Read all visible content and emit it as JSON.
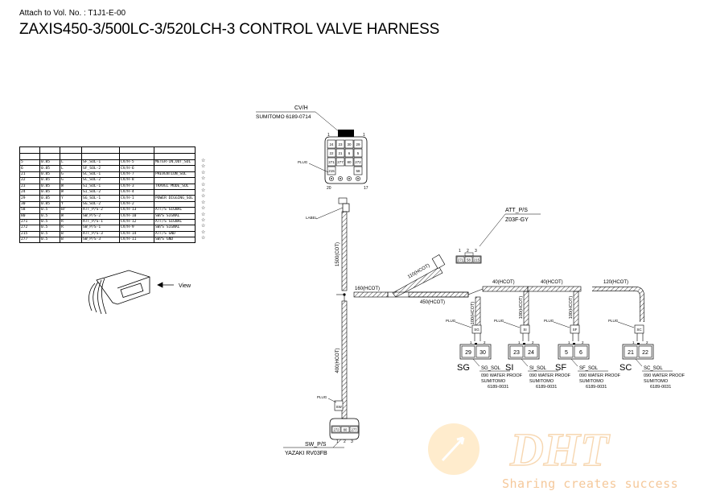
{
  "header": {
    "ref": "Attach to Vol. No. : T1J1-E-00",
    "title": "ZAXIS450-3/500LC-3/520LCH-3 CONTROL VALVE HARNESS"
  },
  "table": {
    "rows": [
      [
        "5",
        "0.85",
        "L",
        "SF_SOL-1",
        "CV/H-5",
        "METER-IN,OUT_SOL"
      ],
      [
        "6",
        "0.85",
        "L",
        "SF_SOL-2",
        "CV/H-6",
        ""
      ],
      [
        "21",
        "0.85",
        "G",
        "SC_SOL-1",
        "CV/H-7",
        "PREVENTION_SOL"
      ],
      [
        "22",
        "0.85",
        "G",
        "SC_SOL-2",
        "CV/H-8",
        ""
      ],
      [
        "23",
        "0.85",
        "W",
        "SI_SOL-1",
        "CV/H-3",
        "TRAVEL MODE_SOL"
      ],
      [
        "24",
        "0.85",
        "W",
        "SI_SOL-2",
        "CV/H-4",
        ""
      ],
      [
        "29",
        "0.85",
        "Y",
        "SG_SOL-1",
        "CV/H-1",
        "POWER DIGGING_SOL"
      ],
      [
        "30",
        "0.85",
        "Y",
        "SG_SOL-2",
        "CV/H-2",
        ""
      ],
      [
        "58",
        "0.5",
        "Br",
        "ATT_P/S-2",
        "CV/H-13",
        "ATT/S SIGNAL"
      ],
      [
        "80",
        "0.5",
        "W",
        "SW_P/S-2",
        "CV/H-10",
        "SW/S SIGNAL"
      ],
      [
        "271",
        "0.5",
        "R",
        "ATT_P/S-1",
        "CV/H-12",
        "ATT/S SIGNAL"
      ],
      [
        "272",
        "0.5",
        "R",
        "SW_P/S-1",
        "CV/H-9",
        "SW/S SIGNAL"
      ],
      [
        "215",
        "0.5",
        "B",
        "ATT_P/S-3",
        "CV/H-14",
        "ATT/S GND"
      ],
      [
        "277",
        "0.5",
        "B",
        "SW_P/S-3",
        "CV/H-11",
        "SW/S GND"
      ]
    ],
    "star": "☆"
  },
  "view_label": "View",
  "cvh": {
    "name": "CV/H",
    "maker": "SUMITOMO 6189-0714",
    "pins": [
      "24",
      "23",
      "30",
      "29",
      "22",
      "21",
      "6",
      "5",
      "271",
      "277",
      "80",
      "272",
      "215",
      "58"
    ],
    "pin_first": "1",
    "pin_last": "1",
    "pin_20": "20",
    "pin_17": "17",
    "plug": "PLUG",
    "label": "LABEL"
  },
  "att_ps": {
    "name": "ATT_P/S",
    "part": "Z03F-GY",
    "pins": [
      "271",
      "58",
      "215"
    ],
    "nums": [
      "1",
      "2",
      "3"
    ]
  },
  "sw_ps": {
    "name": "SW_P/S",
    "part": "YAZAKI RV03FB",
    "pins": [
      "272",
      "80",
      "277"
    ],
    "nums": [
      "1",
      "2",
      "3"
    ],
    "plug": "PLUG",
    "tag": "SW"
  },
  "lengths": {
    "main_up": "1500(COT)",
    "att_branch": "110(HCOT)",
    "h160": "160(HCOT)",
    "h450": "450(HCOT)",
    "h40a": "40(HCOT)",
    "h40b": "40(HCOT)",
    "h120": "120(HCOT)",
    "v100": "100(HCOT)",
    "down": "400(HCOT)"
  },
  "valves": [
    {
      "tag": "SG",
      "pins": [
        "29",
        "30"
      ],
      "label": "SG",
      "sol": "SG_SOL",
      "plug": "PLUG"
    },
    {
      "tag": "SI",
      "pins": [
        "23",
        "24"
      ],
      "label": "SI",
      "sol": "SI_SOL",
      "plug": "PLUG"
    },
    {
      "tag": "SF",
      "pins": [
        "5",
        "6"
      ],
      "label": "SF",
      "sol": "SF_SOL",
      "plug": "PLUG"
    },
    {
      "tag": "SC",
      "pins": [
        "21",
        "22"
      ],
      "label": "SC",
      "sol": "SC_SOL",
      "plug": "PLUG"
    }
  ],
  "valve_common": {
    "n1": "1",
    "n2": "2",
    "wp": "090 WATER PROOF",
    "maker": "SUMITOMO",
    "part": "6189-0031"
  },
  "watermark": {
    "logo": "DHT",
    "text": "Sharing creates success"
  }
}
